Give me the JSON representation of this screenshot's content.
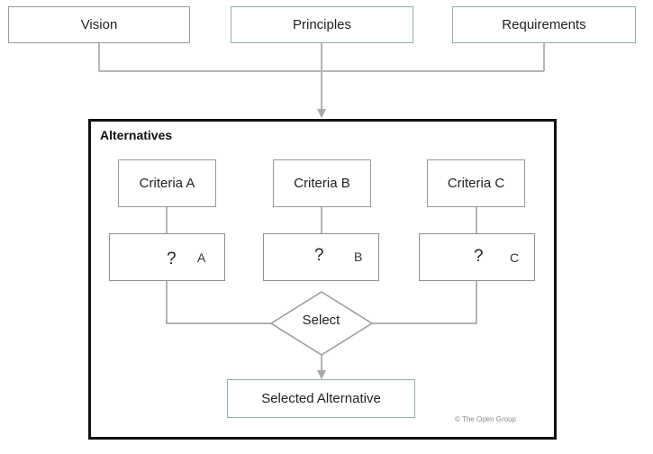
{
  "top_row": {
    "vision": "Vision",
    "principles": "Principles",
    "requirements": "Requirements"
  },
  "alternatives": {
    "title": "Alternatives",
    "criteria": [
      "Criteria A",
      "Criteria B",
      "Criteria C"
    ],
    "unknown_mark": "?",
    "options": [
      "A",
      "B",
      "C"
    ],
    "decision": "Select",
    "result": "Selected Alternative"
  },
  "footer": {
    "copyright": "© The Open Group"
  },
  "colors": {
    "box_border_gray": "#9a9a9a",
    "box_border_green": "#8fb3a3",
    "frame_border": "#111111",
    "connector": "#b5b5b5"
  }
}
